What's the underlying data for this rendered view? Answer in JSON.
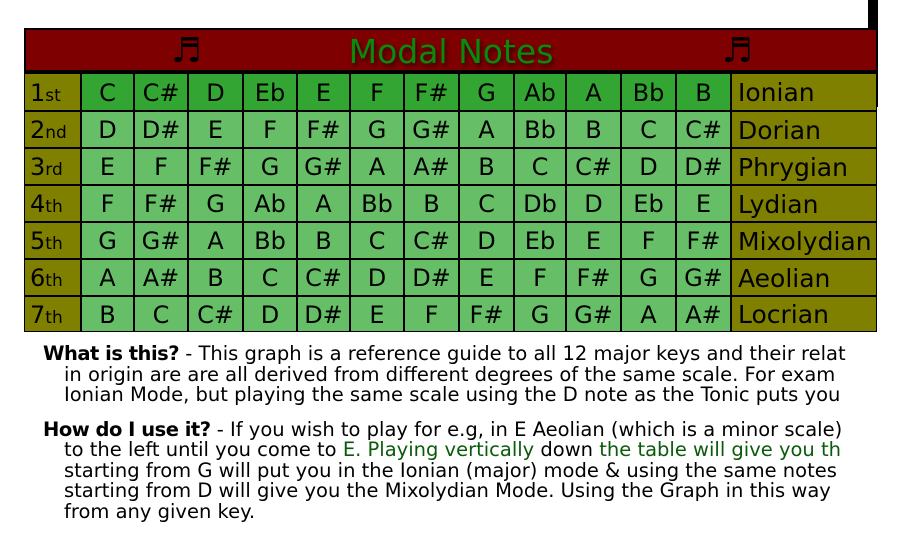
{
  "title": "Modal Notes",
  "ordinals": [
    {
      "n": "1",
      "s": "st"
    },
    {
      "n": "2",
      "s": "nd"
    },
    {
      "n": "3",
      "s": "rd"
    },
    {
      "n": "4",
      "s": "th"
    },
    {
      "n": "5",
      "s": "th"
    },
    {
      "n": "6",
      "s": "th"
    },
    {
      "n": "7",
      "s": "th"
    }
  ],
  "modes": [
    "Ionian",
    "Dorian",
    "Phrygian",
    "Lydian",
    "Mixolydian",
    "Aeolian",
    "Locrian"
  ],
  "rows": [
    [
      "C",
      "C#",
      "D",
      "Eb",
      "E",
      "F",
      "F#",
      "G",
      "Ab",
      "A",
      "Bb",
      "B"
    ],
    [
      "D",
      "D#",
      "E",
      "F",
      "F#",
      "G",
      "G#",
      "A",
      "Bb",
      "B",
      "C",
      "C#"
    ],
    [
      "E",
      "F",
      "F#",
      "G",
      "G#",
      "A",
      "A#",
      "B",
      "C",
      "C#",
      "D",
      "D#"
    ],
    [
      "F",
      "F#",
      "G",
      "Ab",
      "A",
      "Bb",
      "B",
      "C",
      "Db",
      "D",
      "Eb",
      "E"
    ],
    [
      "G",
      "G#",
      "A",
      "Bb",
      "B",
      "C",
      "C#",
      "D",
      "Eb",
      "E",
      "F",
      "F#"
    ],
    [
      "A",
      "A#",
      "B",
      "C",
      "C#",
      "D",
      "D#",
      "E",
      "F",
      "F#",
      "G",
      "G#"
    ],
    [
      "B",
      "C",
      "C#",
      "D",
      "D#",
      "E",
      "F",
      "F#",
      "G",
      "G#",
      "A",
      "A#"
    ]
  ],
  "text": {
    "q1": "What is this?",
    "p1": [
      " - This graph is a reference guide to all 12 major keys and their relat",
      "in origin are are all derived from different degrees of the same scale.  For exam",
      "Ionian Mode, but playing the same scale using the D note as the Tonic puts you"
    ],
    "q2": "How do I use it?",
    "p2a": " - If you wish to play for e.g, in E Aeolian (which is a minor scale)",
    "p2b1": "to the left until you come to ",
    "p2b2": "E.  Playing vertically ",
    "p2b3": "down",
    "p2b4": " the table will give you th",
    "p2c": [
      "starting from G will put you in the Ionian (major) mode & using the same notes",
      "starting  from D will give you the Mixolydian Mode.  Using the Graph in this way",
      "from any given key."
    ]
  },
  "colors": {
    "title_bg": "#7f0000",
    "title_text": "#0a8a0a",
    "header_row": "#33a532",
    "cells": "#66bf66",
    "side": "#808000"
  }
}
